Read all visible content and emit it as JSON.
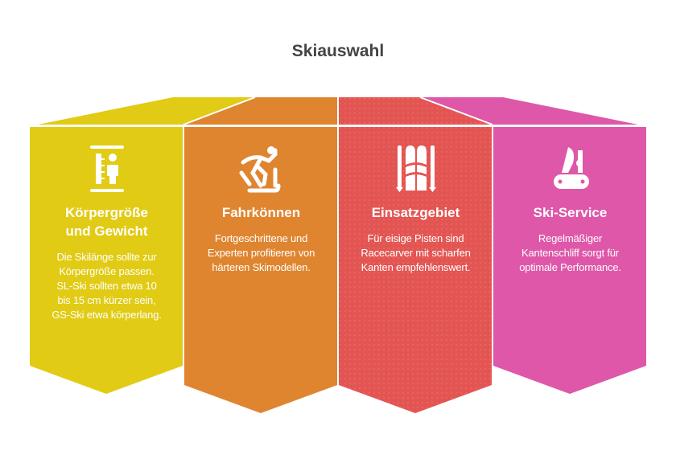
{
  "title": "Skiauswahl",
  "colors": {
    "yellow": "#E1CB14",
    "orange": "#DF8530",
    "red": "#E35552",
    "pink": "#DE57A8"
  },
  "columns": [
    {
      "icon": "height-measure-icon",
      "heading_lines": [
        "Körpergröße",
        "und Gewicht"
      ],
      "text": "Die Skilänge sollte zur Körpergröße passen. SL-Ski sollten etwa 10 bis 15 cm kürzer sein, GS-Ski etwa körperlang."
    },
    {
      "icon": "skier-icon",
      "heading_lines": [
        "Fahrkönnen"
      ],
      "text": "Fortgeschrittene und Experten profitieren von härteren Skimodellen."
    },
    {
      "icon": "skis-poles-icon",
      "heading_lines": [
        "Einsatzgebiet"
      ],
      "text": "Für eisige Pisten sind Racecarver mit scharfen Kanten empfehlenswert."
    },
    {
      "icon": "multitool-icon",
      "heading_lines": [
        "Ski-Service"
      ],
      "text": "Regelmäßiger Kantenschliff sorgt für optimale Performance."
    }
  ]
}
